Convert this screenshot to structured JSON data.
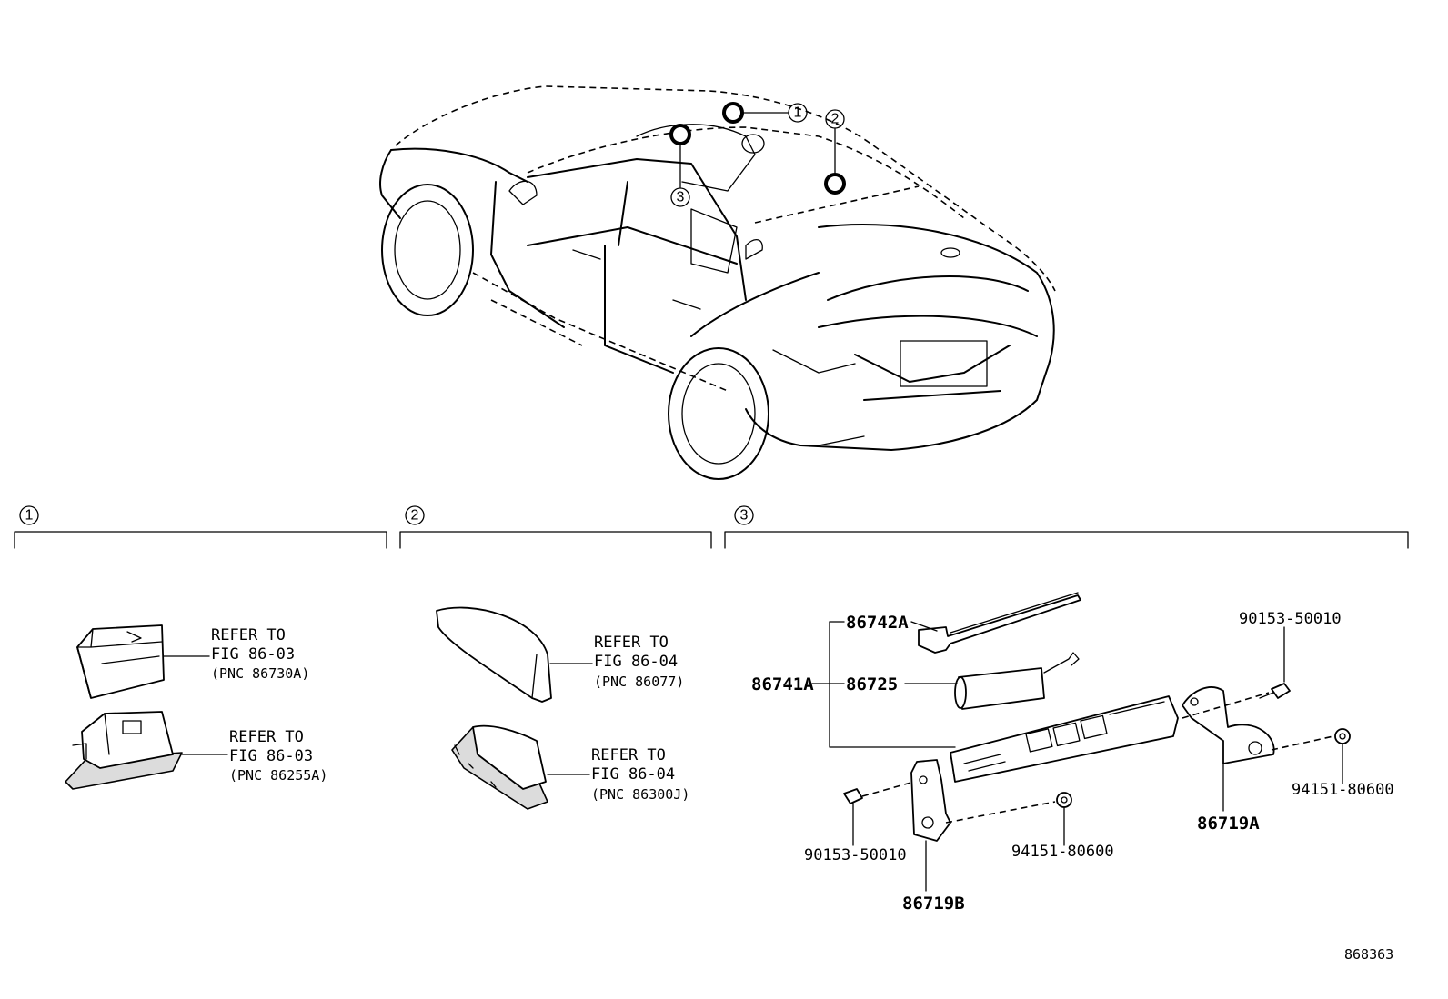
{
  "callouts": {
    "c1": "1",
    "c2": "2",
    "c3": "3"
  },
  "sections": [
    {
      "label": "1"
    },
    {
      "label": "2"
    },
    {
      "label": "3"
    }
  ],
  "section1": {
    "ref_a": {
      "l1": "REFER TO",
      "l2": "FIG 86-03",
      "l3": "(PNC 86730A)"
    },
    "ref_b": {
      "l1": "REFER TO",
      "l2": "FIG 86-03",
      "l3": "(PNC 86255A)"
    }
  },
  "section2": {
    "ref_a": {
      "l1": "REFER TO",
      "l2": "FIG 86-04",
      "l3": "(PNC 86077)"
    },
    "ref_b": {
      "l1": "REFER TO",
      "l2": "FIG 86-04",
      "l3": "(PNC 86300J)"
    }
  },
  "section3": {
    "p86742A": "86742A",
    "p86741A": "86741A",
    "p86725": "86725",
    "p90153_top": "90153-50010",
    "p94151_right": "94151-80600",
    "p86719A": "86719A",
    "p90153_bottom": "90153-50010",
    "p94151_bottom": "94151-80600",
    "p86719B": "86719B"
  },
  "illustration_number": "868363"
}
